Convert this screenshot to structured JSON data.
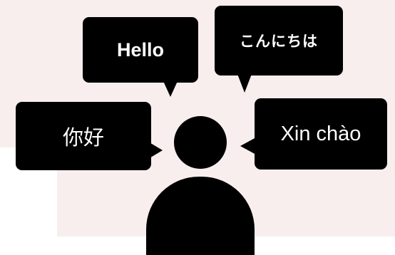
{
  "greetings": {
    "english": "Hello",
    "japanese": "こんにちは",
    "chinese": "你好",
    "vietnamese": "Xin chào"
  },
  "colors": {
    "background": "#f9eeee",
    "bubble": "#000000",
    "bubble_text": "#ffffff",
    "person": "#000000"
  },
  "icons": {
    "person": "person-silhouette-icon"
  }
}
